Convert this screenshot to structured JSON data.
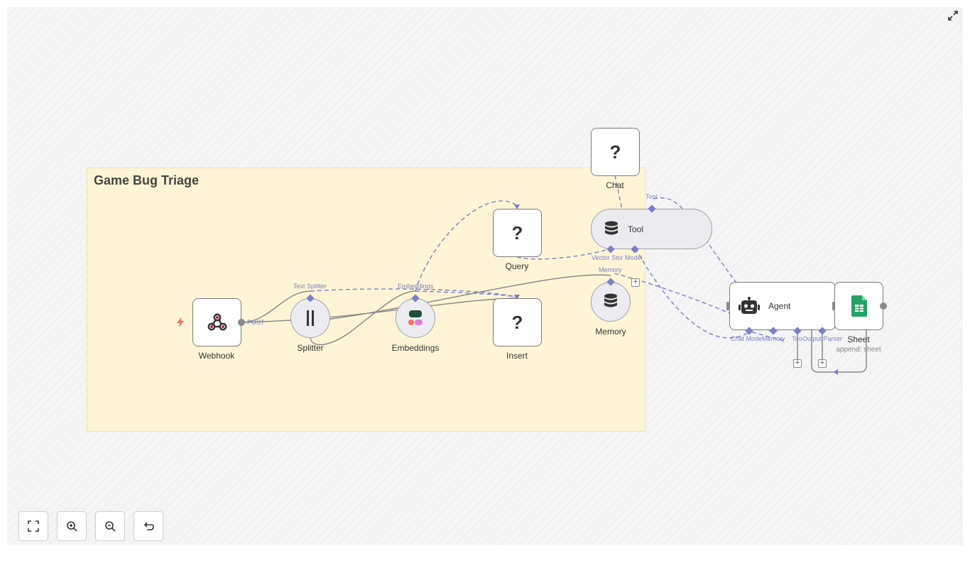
{
  "canvas": {
    "sticky": {
      "title": "Game Bug Triage"
    }
  },
  "nodes": {
    "webhook": {
      "label": "Webhook",
      "icon": "webhook-icon"
    },
    "splitter": {
      "label": "Splitter",
      "icon": "splitter-icon"
    },
    "embeddings": {
      "label": "Embeddings",
      "icon": "embeddings-icon"
    },
    "query": {
      "label": "Query",
      "icon": "question-icon"
    },
    "insert": {
      "label": "Insert",
      "icon": "question-icon"
    },
    "chat": {
      "label": "Chat",
      "icon": "question-icon"
    },
    "tool": {
      "label": "Tool",
      "icon": "database-icon"
    },
    "memory": {
      "label": "Memory",
      "icon": "database-icon"
    },
    "agent": {
      "label": "Agent",
      "icon": "robot-icon"
    },
    "sheet": {
      "label": "Sheet",
      "subtitle": "append: sheet",
      "icon": "google-sheets-icon"
    }
  },
  "question_mark": "?",
  "edge_labels": {
    "post": "POST",
    "text_splitter": "Text Splitter",
    "embeddings": "Embeddings",
    "tool": "Tool",
    "vector_store": "Vector Stor",
    "model": "Model",
    "memory": "Memory",
    "chat_model": "Chat Mode",
    "agent_memory": "Memory",
    "agent_tool": "Too",
    "output_parser": "Output Parser"
  },
  "controls": {
    "fit": "fit-view-icon",
    "zoom_in": "zoom-in-icon",
    "zoom_out": "zoom-out-icon",
    "reset": "undo-icon"
  },
  "colors": {
    "accent": "#7a7fc8",
    "sticky": "#fff5d6",
    "trigger": "#ff6d5a",
    "sheets": "#21a464"
  }
}
